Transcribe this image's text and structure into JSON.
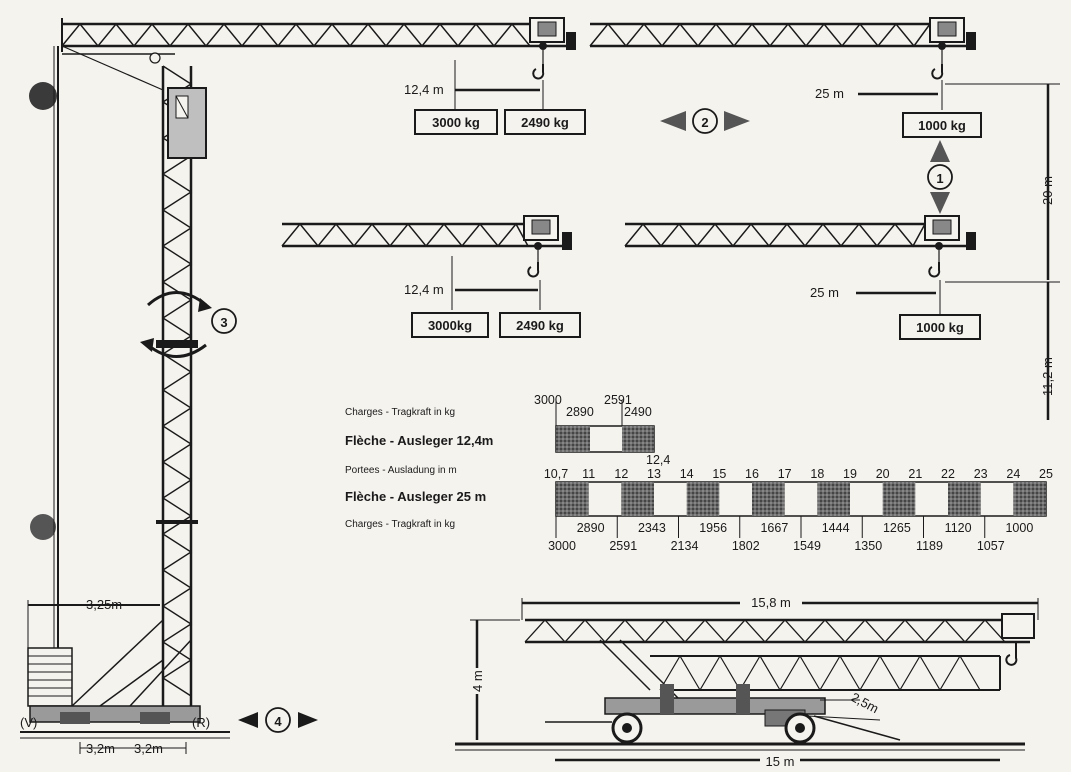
{
  "top_left": {
    "dim_reach": "12,4 m",
    "load_a": "3000 kg",
    "load_b": "2490 kg"
  },
  "top_right": {
    "dim_reach": "25 m",
    "load": "1000 kg",
    "height": "20 m"
  },
  "mid_left": {
    "dim_reach": "12,4 m",
    "load_a": "3000kg",
    "load_b": "2490 kg"
  },
  "mid_right": {
    "dim_reach": "25 m",
    "load": "1000 kg",
    "height": "11,2 m"
  },
  "movements": {
    "trolley": "2",
    "hoist": "1",
    "slew": "3",
    "travel": "4"
  },
  "tower": {
    "counterweight_reach": "3,25m",
    "left_marker": "(V)",
    "right_marker": "(R)",
    "base_left": "3,2m",
    "base_right": "3,2m"
  },
  "transport": {
    "length_boom": "15,8 m",
    "height": "4 m",
    "axle_dim": "2,5m",
    "length_total": "15 m"
  },
  "table": {
    "label_charges_fr_de": "Charges - Tragkraft in kg",
    "label_fleche_124": "Flèche - Ausleger 12,4m",
    "label_portees": "Portees - Ausladung in m",
    "label_fleche_25": "Flèche - Ausleger 25 m",
    "label_charges_bottom": "Charges - Tragkraft in kg",
    "short_top": [
      "3000",
      "2591"
    ],
    "short_mid": [
      "2890",
      "2490"
    ],
    "short_end": "12,4",
    "reach_ticks": [
      "10,7",
      "11",
      "12",
      "13",
      "14",
      "15",
      "16",
      "17",
      "18",
      "19",
      "20",
      "21",
      "22",
      "23",
      "24",
      "25"
    ],
    "loads_upper": [
      "2890",
      "2343",
      "1956",
      "1667",
      "1444",
      "1265",
      "1120",
      "1000"
    ],
    "loads_lower": [
      "3000",
      "2591",
      "2134",
      "1802",
      "1549",
      "1350",
      "1189",
      "1057"
    ]
  }
}
